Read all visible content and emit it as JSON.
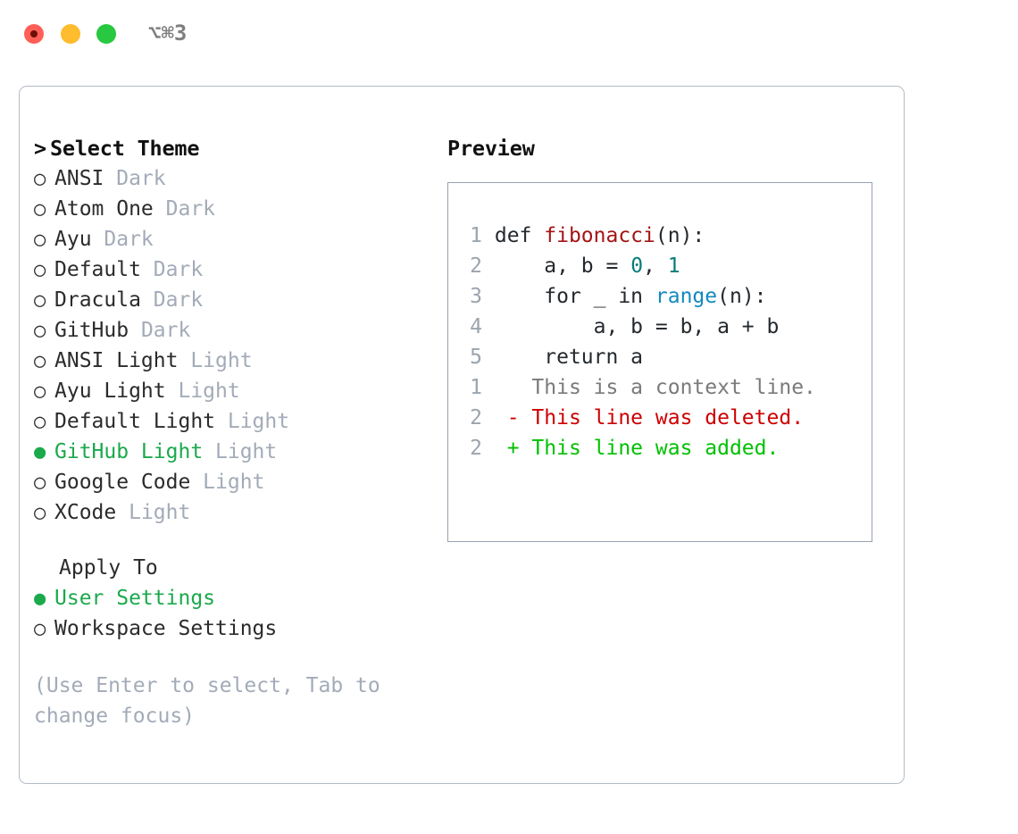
{
  "titlebar": {
    "shortcut_title": "⌥⌘3",
    "buttons": [
      {
        "name": "close",
        "color": "#FF5F57"
      },
      {
        "name": "minimize",
        "color": "#FEBC2E"
      },
      {
        "name": "maximize",
        "color": "#28C840"
      }
    ]
  },
  "theme_picker": {
    "header_caret": ">",
    "header_label": "Select Theme",
    "bullet_unselected": "○",
    "bullet_selected": "●",
    "items": [
      {
        "name": "ANSI",
        "kind": "Dark",
        "selected": false
      },
      {
        "name": "Atom One",
        "kind": "Dark",
        "selected": false
      },
      {
        "name": "Ayu",
        "kind": "Dark",
        "selected": false
      },
      {
        "name": "Default",
        "kind": "Dark",
        "selected": false
      },
      {
        "name": "Dracula",
        "kind": "Dark",
        "selected": false
      },
      {
        "name": "GitHub",
        "kind": "Dark",
        "selected": false
      },
      {
        "name": "ANSI Light",
        "kind": "Light",
        "selected": false
      },
      {
        "name": "Ayu Light",
        "kind": "Light",
        "selected": false
      },
      {
        "name": "Default Light",
        "kind": "Light",
        "selected": false
      },
      {
        "name": "GitHub Light",
        "kind": "Light",
        "selected": true
      },
      {
        "name": "Google Code",
        "kind": "Light",
        "selected": false
      },
      {
        "name": "XCode",
        "kind": "Light",
        "selected": false
      }
    ]
  },
  "apply_to": {
    "label": "Apply To",
    "options": [
      {
        "label": "User Settings",
        "selected": true
      },
      {
        "label": "Workspace Settings",
        "selected": false
      }
    ]
  },
  "hint": {
    "text": "(Use Enter to select, Tab to change focus)"
  },
  "preview": {
    "header": "Preview",
    "code_lines": [
      {
        "num": "1",
        "segments": [
          {
            "text": "def ",
            "tok": "plain"
          },
          {
            "text": "fibonacci",
            "tok": "fn"
          },
          {
            "text": "(n):",
            "tok": "plain"
          }
        ]
      },
      {
        "num": "2",
        "segments": [
          {
            "text": "    a, b = ",
            "tok": "plain"
          },
          {
            "text": "0",
            "tok": "num"
          },
          {
            "text": ", ",
            "tok": "plain"
          },
          {
            "text": "1",
            "tok": "num"
          }
        ]
      },
      {
        "num": "3",
        "segments": [
          {
            "text": "    for _ in ",
            "tok": "plain"
          },
          {
            "text": "range",
            "tok": "call"
          },
          {
            "text": "(n):",
            "tok": "plain"
          }
        ]
      },
      {
        "num": "4",
        "segments": [
          {
            "text": "        a, b = b, a + b",
            "tok": "plain"
          }
        ]
      },
      {
        "num": "5",
        "segments": [
          {
            "text": "    return a",
            "tok": "plain"
          }
        ]
      }
    ],
    "diff_lines": [
      {
        "num": "1",
        "marker": " ",
        "text": " This is a context line.",
        "kind": "ctx"
      },
      {
        "num": "2",
        "marker": "-",
        "text": " This line was deleted.",
        "kind": "del"
      },
      {
        "num": "2",
        "marker": "+",
        "text": " This line was added.",
        "kind": "add"
      }
    ]
  },
  "colors": {
    "selection_green": "#1BA94C",
    "muted_gray": "#a3abb8",
    "diff_red": "#CC0000",
    "diff_green": "#00C000",
    "fn_red": "#a31515",
    "num_teal": "#067d79",
    "call_blue": "#1289bf",
    "gutter_gray": "#9ba4ae"
  }
}
